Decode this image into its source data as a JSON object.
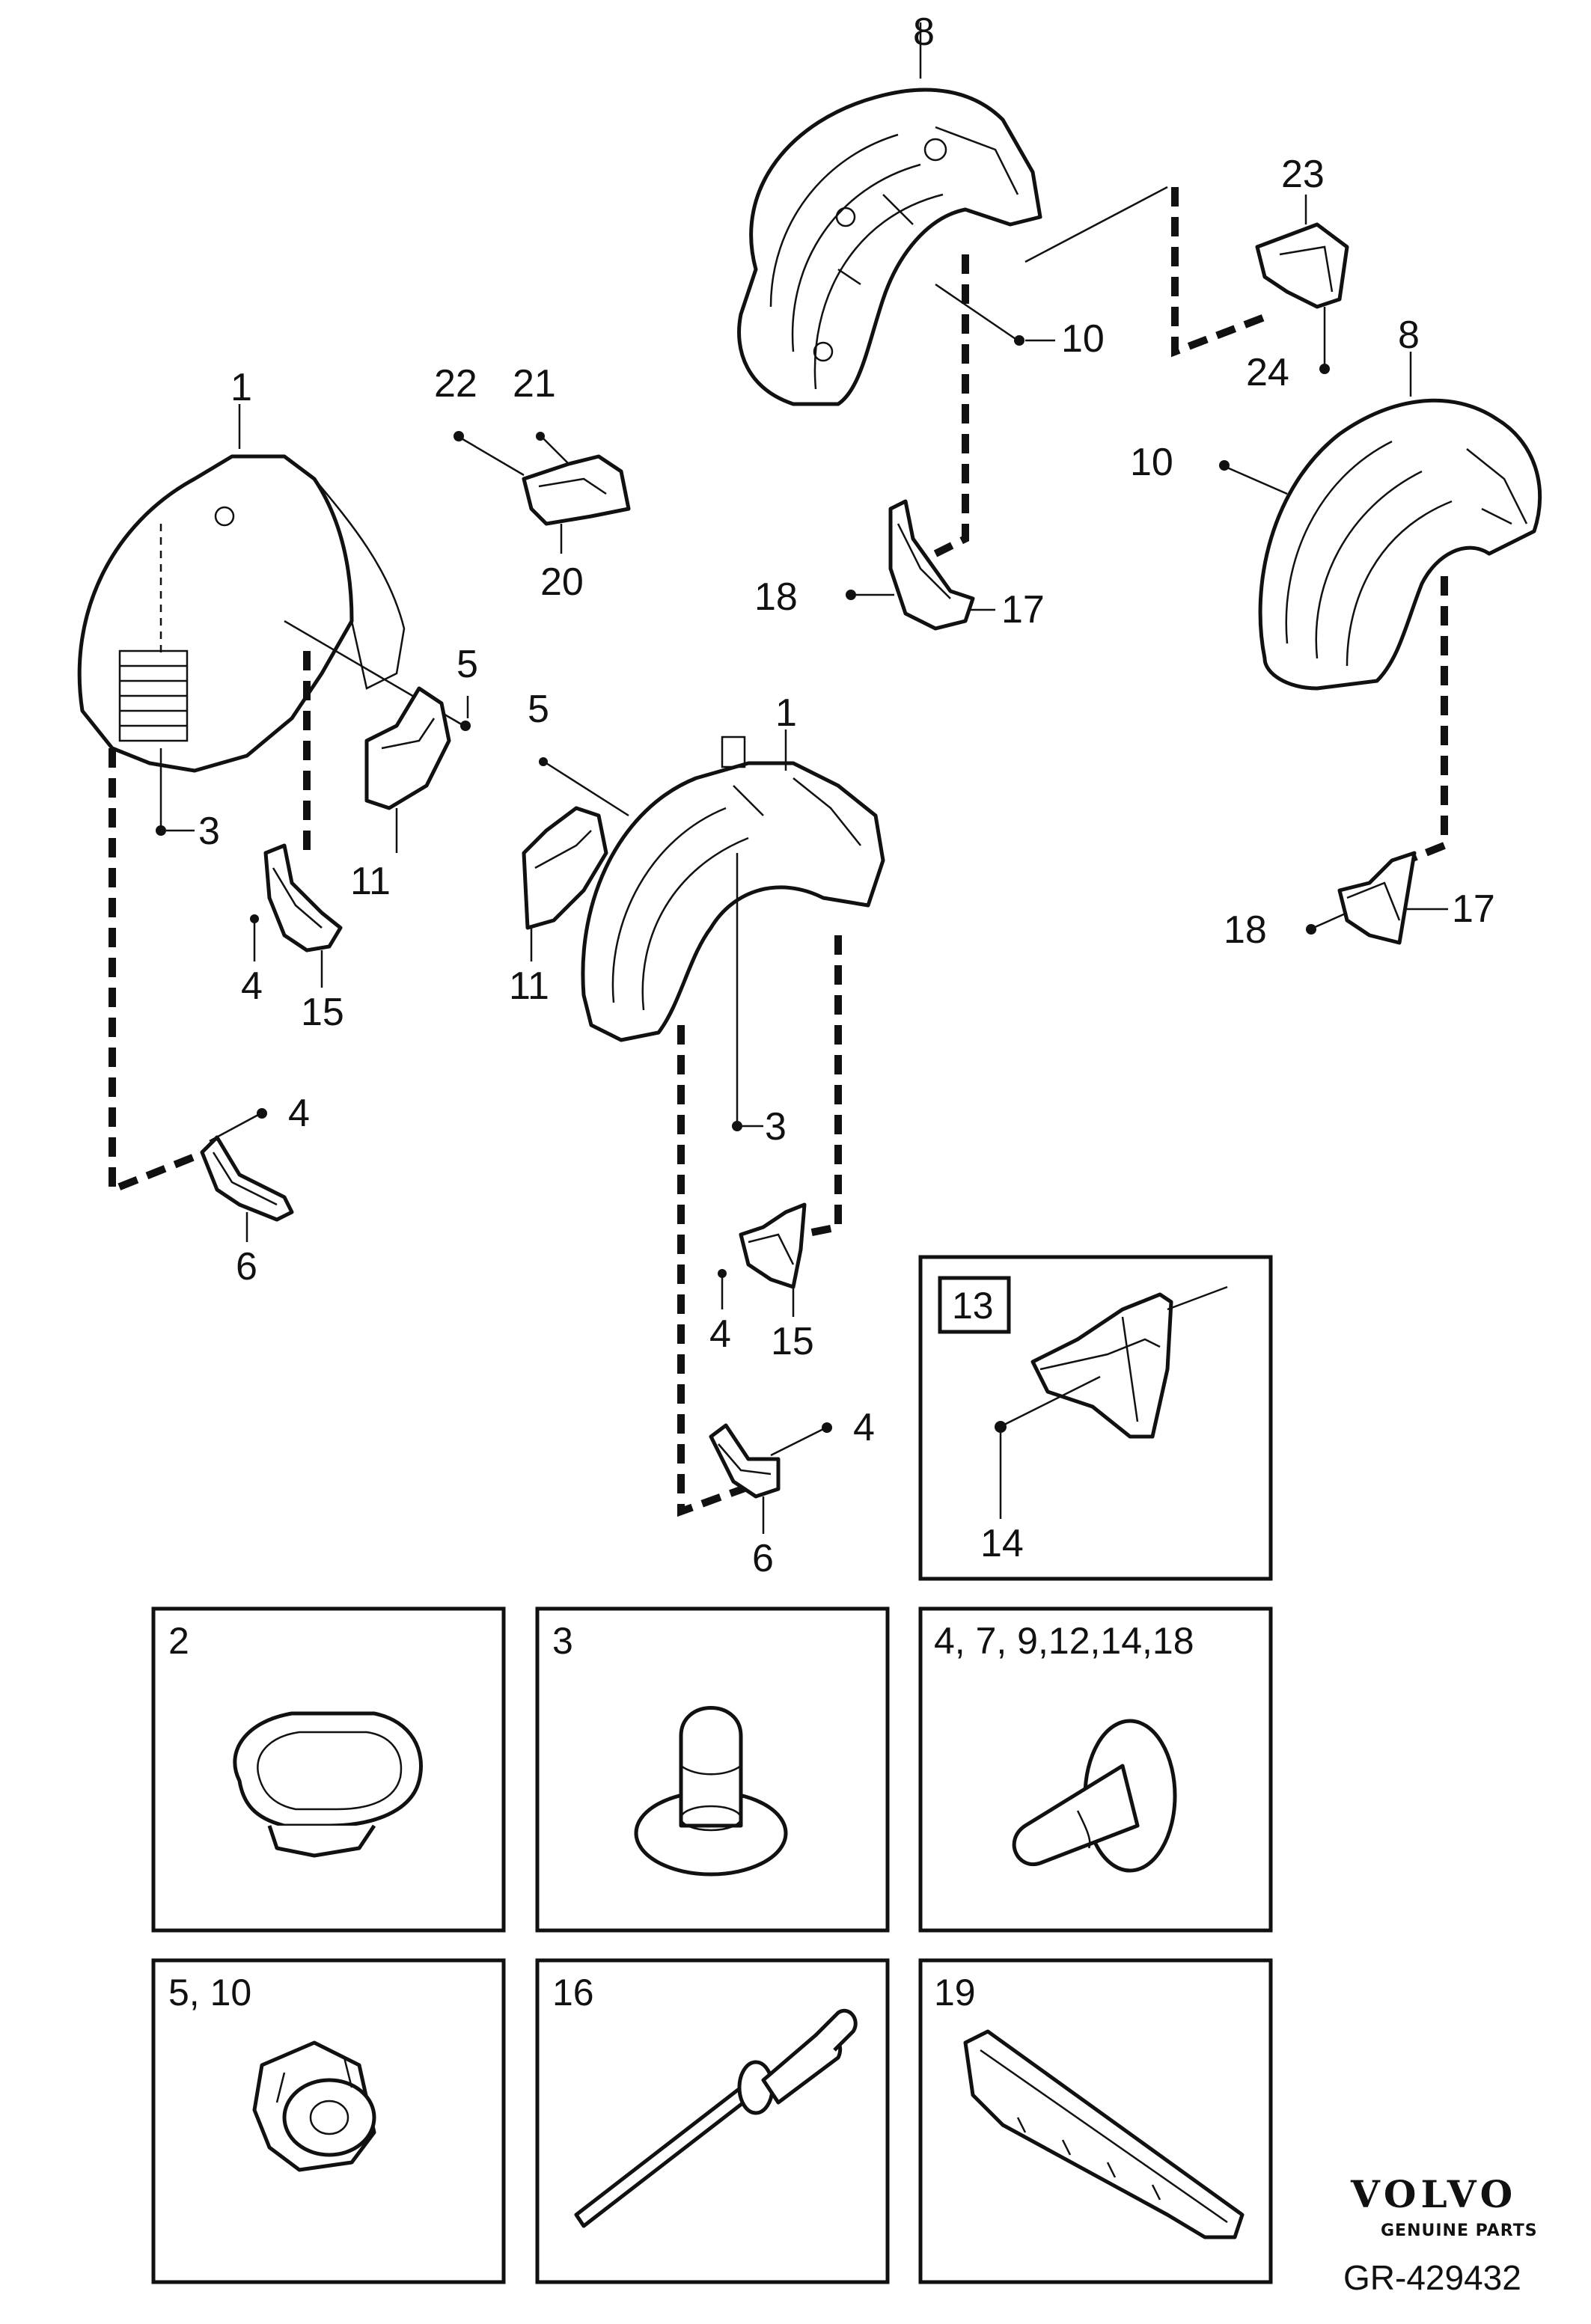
{
  "callouts": {
    "c8_top": "8",
    "c23": "23",
    "c10_top": "10",
    "c24": "24",
    "c8_right": "8",
    "c10_right": "10",
    "c18_top": "18",
    "c17_top": "17",
    "c18_right": "18",
    "c17_right": "17",
    "c22": "22",
    "c21": "21",
    "c20": "20",
    "c1_left": "1",
    "c5_left": "5",
    "c3_left": "3",
    "c11_left": "11",
    "c4_left_a": "4",
    "c15_left": "15",
    "c4_left_b": "4",
    "c6_left": "6",
    "c5_mid": "5",
    "c1_mid": "1",
    "c11_mid": "11",
    "c3_mid": "3",
    "c4_mid_a": "4",
    "c15_mid": "15",
    "c4_mid_b": "4",
    "c6_mid": "6"
  },
  "kit_box": {
    "label": "13",
    "callout": "14"
  },
  "detail_boxes": {
    "b2": "2",
    "b3": "3",
    "b4": "4, 7, 9,12,14,18",
    "b5": "5, 10",
    "b16": "16",
    "b19": "19"
  },
  "brand": {
    "logo": "VOLVO",
    "tagline": "GENUINE PARTS",
    "reference": "GR-429432"
  }
}
